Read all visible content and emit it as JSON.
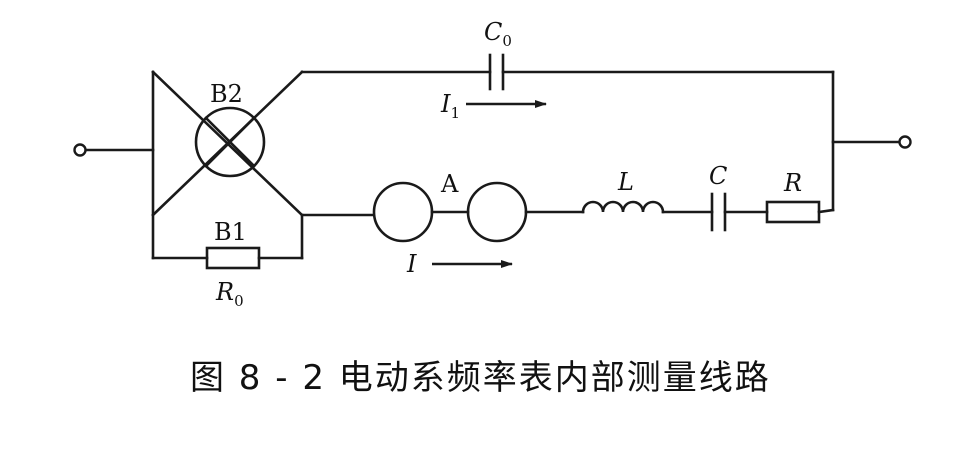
{
  "diagram": {
    "caption": "图 8 - 2   电动系频率表内部测量线路",
    "labels": {
      "b2": "B2",
      "b1": "B1",
      "r0_main": "R",
      "r0_sub": "0",
      "c0_main": "C",
      "c0_sub": "0",
      "i1_main": "I",
      "i1_sub": "1",
      "a": "A",
      "l": "L",
      "c": "C",
      "r": "R",
      "i": "I"
    }
  }
}
